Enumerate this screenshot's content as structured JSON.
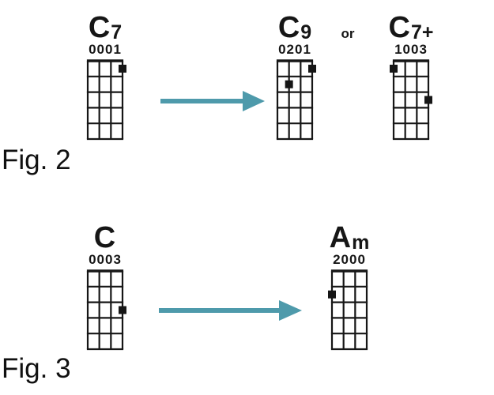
{
  "palette": {
    "ink": "#161616",
    "arrow": "#4e9aab",
    "background": "#ffffff"
  },
  "diagram": {
    "strings": 4,
    "frets": 5
  },
  "figures": [
    {
      "caption": "Fig. 2",
      "or_label": "or",
      "chords": [
        {
          "root": "C",
          "suffix": "7",
          "fingering": "0001",
          "dots": [
            {
              "string": 4,
              "fret": 1
            }
          ]
        },
        {
          "root": "C",
          "suffix": "9",
          "fingering": "0201",
          "dots": [
            {
              "string": 2,
              "fret": 2
            },
            {
              "string": 4,
              "fret": 1
            }
          ]
        },
        {
          "root": "C",
          "suffix": "7+",
          "fingering": "1003",
          "dots": [
            {
              "string": 1,
              "fret": 1
            },
            {
              "string": 4,
              "fret": 3
            }
          ]
        }
      ]
    },
    {
      "caption": "Fig. 3",
      "or_label": "",
      "chords": [
        {
          "root": "C",
          "suffix": "",
          "fingering": "0003",
          "dots": [
            {
              "string": 4,
              "fret": 3
            }
          ]
        },
        {
          "root": "A",
          "suffix": "m",
          "fingering": "2000",
          "dots": [
            {
              "string": 1,
              "fret": 2
            }
          ]
        }
      ]
    }
  ]
}
